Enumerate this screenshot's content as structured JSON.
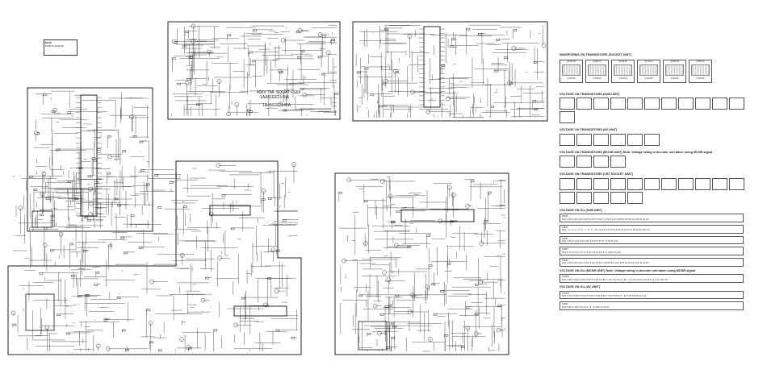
{
  "legend": {
    "title": "NOTE",
    "text": "PARTS LEGEND"
  },
  "schematic_labels": {
    "deflection_text_1": "400V 7ML SQUAT FS69",
    "deflection_text_2": "1AA51EE2140A",
    "deflection_text_3": "1A4501E2140A"
  },
  "right_panel": {
    "waveforms_heading": "WAVEFORMS ON TRANSISTORS (SOCKET UNIT)",
    "waveforms": [
      "Q701-B",
      "Q702-C",
      "Q711-B",
      "Q712-C",
      "Q751-B",
      "Q752-C"
    ],
    "waveform_scales": [
      "2.0V/div",
      "1.0V/div",
      "2.0V/div",
      "2.0V/div",
      "2.0V/div",
      "2.0V/div"
    ],
    "sections": [
      {
        "heading": "VOLTAGE ON TRANSISTORS (SUB UNIT)",
        "count": 12
      },
      {
        "heading": "VOLTAGE ON TRANSISTORS (AV UNIT)",
        "count": 6
      },
      {
        "heading": "VOLTAGE ON TRANSISTORS (MCNR UNIT) Note: Voltage rating in decoder unit taken using MCNR signal",
        "count": 4
      },
      {
        "heading": "VOLTAGE ON TRANSISTORS (CRT SOCKET UNIT)",
        "count": 16
      }
    ],
    "ic_sections": [
      {
        "heading": "VOLTAGE ON ICs (SUB UNIT)",
        "ics": [
          {
            "name": "IC601",
            "pins": "Pin1 1.5V  2 0V  3 0V  4 0V  5 1.5V  6 0.6V  7 1.0V  8 1.1V  9 20.5V  10 0V  11 4.0V  12 11.0V"
          },
          {
            "name": "IC801",
            "pins": "Pin1 -  2 -  3 -  4 -  5 -  6 -  7 -  8 -  9 -  10 -  11 5.7V  12 5.7V  13 5.7V  14 5.7V  15 11.4V  16 5.7V"
          },
          {
            "name": "IC901",
            "pins": "Pin1 1.6V  2 1.2V  3 0V  4 0V  5 2.0V  6 5.7V  7 2.2V  8 1.5V"
          },
          {
            "name": "IC951",
            "pins": "Pin1 5.7V  2 5.7V  3 5.7V  4 0V  5 5.4V  6 5.7V  7 5.6V  8 11.5V"
          },
          {
            "name": "IC502",
            "pins": "Pin1 1.5V  2 0V  3 0V  4 0V  5 1.5V  6 0.6V  7 13.0V  8 1.1V  9 20.5  10 0V  11 4.0V  12 11.0V"
          }
        ]
      },
      {
        "heading": "VOLTAGE ON ICs (MCNR UNIT) Note: Voltage rating in decoder unit taken using MCNR signal",
        "ics": [
          {
            "name": "IC2001",
            "pins": "Pin1 4.8V  2 3.6V  3 4.8V  4 0V  5 2.6V  6 0.9V  7 1.0V  8 2.1V  9 -  10 -  11 2.6V  12 0V  13 2.6V  14 1.2V  15 2.7V"
          }
        ]
      },
      {
        "heading": "VOLTAGE ON ICs (AV UNIT)",
        "ics": [
          {
            "name": "IC1001",
            "pins": "Pin1 5.2V  2 5.5V  3 5.2V  4 5.5V  5 0.5V  6 0V  7 5.2V  8 0.5V  9 -  10 5.5V  11 0V  12 4.0V"
          },
          {
            "name": "IC302",
            "pins": "Pin1 5.8V  2 4.5V  3 5.7V  4 -  5 -  6 0.6V  7 4.5V  8 -"
          }
        ]
      }
    ]
  }
}
